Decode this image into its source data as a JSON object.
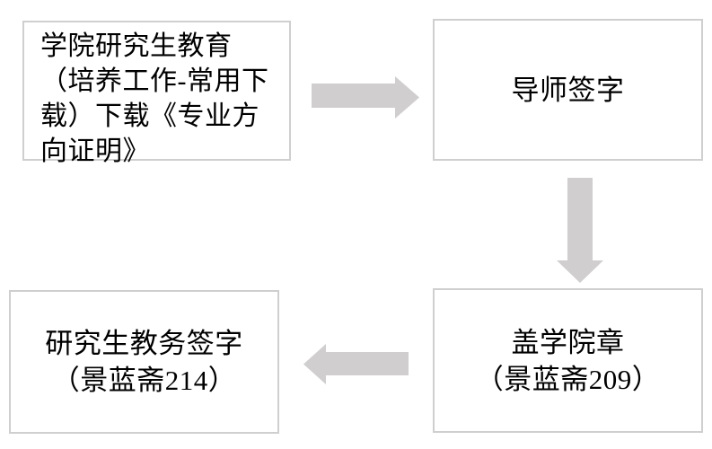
{
  "diagram": {
    "background_color": "#ffffff",
    "node_fill_color": "#ffffff",
    "node_border_color": "#cfcfcf",
    "arrow_color": "#d0cece",
    "text_color": "#000000",
    "nodes": {
      "step1": {
        "text": "学院研究生教育\n（培养工作-常用下\n载）下载《专业方\n向证明》"
      },
      "step2": {
        "text": "导师签字"
      },
      "step3": {
        "text": "研究生教务签字\n（景蓝斋214）"
      },
      "step4": {
        "text": "盖学院章\n（景蓝斋209）"
      }
    },
    "connections": [
      {
        "from": "step1",
        "to": "step2",
        "icon": "right-arrow-icon"
      },
      {
        "from": "step2",
        "to": "step3",
        "icon": "down-arrow-icon"
      },
      {
        "from": "step3",
        "to": "step4",
        "icon": "left-arrow-icon"
      }
    ]
  }
}
